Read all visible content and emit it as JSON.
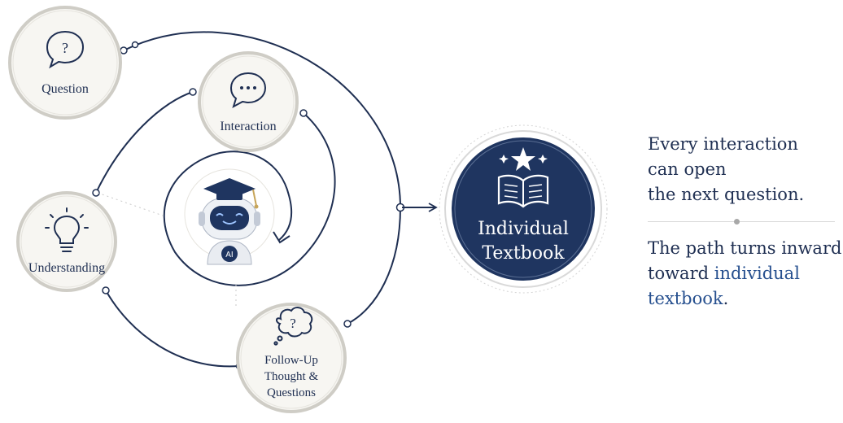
{
  "diagram": {
    "nodes": {
      "question": {
        "label": "Question",
        "icon": "speech-bubble-question-icon"
      },
      "interaction": {
        "label": "Interaction",
        "icon": "speech-bubble-dots-icon"
      },
      "understanding": {
        "label": "Understanding",
        "icon": "lightbulb-icon"
      },
      "followup": {
        "label_lines": [
          "Follow-Up",
          "Thought &",
          "Questions"
        ],
        "icon": "thought-bubble-question-icon"
      },
      "center": {
        "badge": "AI",
        "icon": "robot-graduate-icon"
      },
      "textbook": {
        "label_lines": [
          "Individual",
          "Textbook"
        ],
        "icon": "open-book-star-icon"
      }
    },
    "captions": {
      "top_lines": [
        "Every interaction",
        "can open",
        "the next question."
      ],
      "bottom_lines": [
        "The path turns inward",
        "toward "
      ],
      "bottom_accent_lines": [
        "individual",
        "textbook"
      ],
      "bottom_end": "."
    },
    "colors": {
      "navy": "#1f2f52",
      "accent": "#27508f",
      "circle_fill": "#f7f6f2",
      "textbook_fill": "#1f3560"
    }
  }
}
